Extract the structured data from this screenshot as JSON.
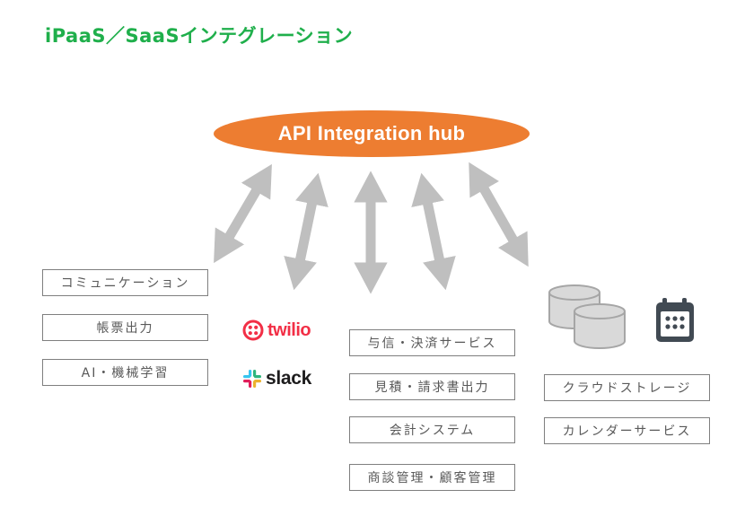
{
  "title": "iPaaS／SaaSインテグレーション",
  "hub": {
    "label": "API Integration hub",
    "color": "#ed7d31"
  },
  "title_color": "#1faf4b",
  "arrow_color": "#bfbfbf",
  "left_column": [
    {
      "label": "コミュニケーション"
    },
    {
      "label": "帳票出力"
    },
    {
      "label": "AI・機械学習"
    }
  ],
  "logos": {
    "twilio": {
      "name": "twilio",
      "color": "#f22f46"
    },
    "slack": {
      "name": "slack",
      "color": "#1d1c1d"
    }
  },
  "middle_column": [
    {
      "label": "与信・決済サービス"
    },
    {
      "label": "見積・請求書出力"
    },
    {
      "label": "会計システム"
    },
    {
      "label": "商談管理・顧客管理"
    }
  ],
  "right_column": [
    {
      "label": "クラウドストレージ"
    },
    {
      "label": "カレンダーサービス"
    }
  ],
  "icons": {
    "storage": "database-icon",
    "calendar": "calendar-icon"
  }
}
